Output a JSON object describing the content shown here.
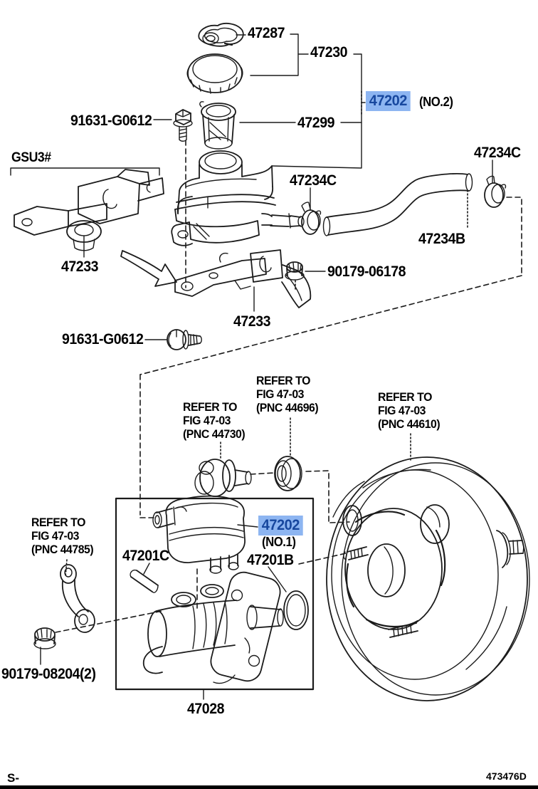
{
  "page": {
    "footer_left": "S-",
    "figure_code": "473476D",
    "colors": {
      "line": "#1b1b1b",
      "highlight_bg": "#8DB5F1",
      "highlight_text": "#17479E"
    }
  },
  "parts": {
    "p47287": {
      "label": "47287"
    },
    "p47230": {
      "label": "47230"
    },
    "p47202_no2": {
      "label": "47202",
      "suffix": "(NO.2)",
      "highlighted": true
    },
    "p91631_upper": {
      "label": "91631-G0612"
    },
    "p47299": {
      "label": "47299"
    },
    "model_note": {
      "label": "GSU3#"
    },
    "p47233_left": {
      "label": "47233"
    },
    "p47234c_left": {
      "label": "47234C"
    },
    "p47234c_right": {
      "label": "47234C"
    },
    "p47234b": {
      "label": "47234B"
    },
    "p47233_right": {
      "label": "47233"
    },
    "p90179_06178": {
      "label": "90179-06178"
    },
    "p91631_lower": {
      "label": "91631-G0612"
    },
    "refer_44730": {
      "line1": "REFER TO",
      "line2": "FIG 47-03",
      "line3": "(PNC 44730)"
    },
    "refer_44696": {
      "line1": "REFER TO",
      "line2": "FIG 47-03",
      "line3": "(PNC 44696)"
    },
    "refer_44610": {
      "line1": "REFER TO",
      "line2": "FIG 47-03",
      "line3": "(PNC 44610)"
    },
    "refer_44785": {
      "line1": "REFER TO",
      "line2": "FIG 47-03",
      "line3": "(PNC 44785)"
    },
    "p47202_no1": {
      "label": "47202",
      "suffix": "(NO.1)",
      "highlighted": true
    },
    "p47201c": {
      "label": "47201C"
    },
    "p47201b": {
      "label": "47201B"
    },
    "p90179_08204": {
      "label": "90179-08204(2)"
    },
    "p47028": {
      "label": "47028"
    }
  }
}
